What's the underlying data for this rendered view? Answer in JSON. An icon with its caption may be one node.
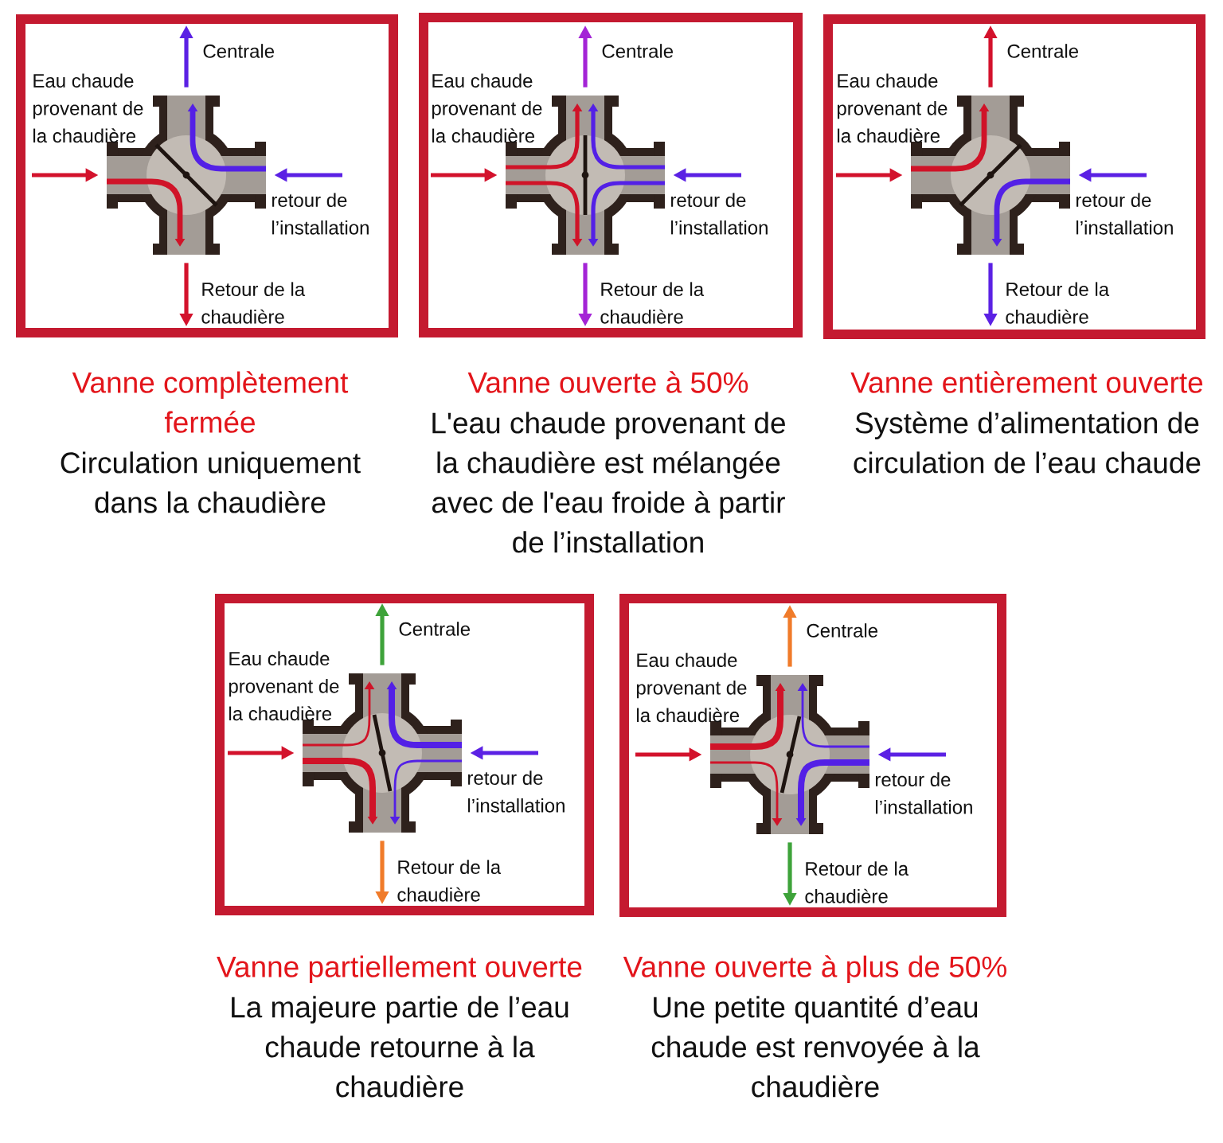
{
  "diagram": {
    "nodes": [
      {
        "text": [],
        "shape": "box",
        "beside": [
          "Vanne complètement fermée",
          "Circulation uniquement dans la chaudière"
        ]
      },
      {
        "text": [],
        "shape": "picture",
        "in": 0
      },
      {
        "text": [],
        "shape": "box",
        "beside": [
          "Vanne ouverte à 50%",
          "L'eau chaude provenant de la chaudière est mélangée avec de l'eau froide à partir de l’installation"
        ]
      },
      {
        "text": [],
        "shape": "picture",
        "in": 2
      },
      {
        "text": [],
        "shape": "box",
        "beside": [
          "Vanne entièrement ouverte",
          "Système d’alimentation de circulation de l’eau chaude"
        ]
      },
      {
        "text": [],
        "shape": "picture",
        "in": 4
      },
      {
        "text": [],
        "shape": "box",
        "beside": [
          "Vanne partiellement ouverte",
          "La majeure partie de l’eau chaude retourne à la chaudière"
        ]
      },
      {
        "text": [],
        "shape": "picture",
        "in": 6
      },
      {
        "text": [],
        "shape": "box",
        "beside": [
          "Vanne ouverte à plus de 50%",
          "Une petite quantité d’eau chaude est renvoyée à la chaudière"
        ]
      },
      {
        "text": [],
        "shape": "picture",
        "in": 8
      }
    ],
    "edges": [
      {
        "from": 1,
        "to": null,
        "arrow": "to",
        "label": "Centrale",
        "color": "#5b21e4"
      },
      {
        "from": null,
        "to": 1,
        "arrow": "to",
        "label": "Eau chaude provenant de la chaudière",
        "color": "#d3122c"
      },
      {
        "from": null,
        "to": 1,
        "arrow": "to",
        "label": "retour de l’installation",
        "color": "#5b21e4"
      },
      {
        "from": 1,
        "to": null,
        "arrow": "to",
        "label": "Retour de la chaudière",
        "color": "#d3122c"
      },
      {
        "from": 3,
        "to": null,
        "arrow": "to",
        "label": "Centrale",
        "color": "#a424d6"
      },
      {
        "from": null,
        "to": 3,
        "arrow": "to",
        "label": "Eau chaude provenant de la chaudière",
        "color": "#d3122c"
      },
      {
        "from": null,
        "to": 3,
        "arrow": "to",
        "label": "retour de l’installation",
        "color": "#5b21e4"
      },
      {
        "from": 3,
        "to": null,
        "arrow": "to",
        "label": "Retour de la chaudière",
        "color": "#a424d6"
      },
      {
        "from": 5,
        "to": null,
        "arrow": "to",
        "label": "Centrale",
        "color": "#d3122c"
      },
      {
        "from": null,
        "to": 5,
        "arrow": "to",
        "label": "Eau chaude provenant de la chaudière",
        "color": "#d3122c"
      },
      {
        "from": null,
        "to": 5,
        "arrow": "to",
        "label": "retour de l’installation",
        "color": "#5b21e4"
      },
      {
        "from": 5,
        "to": null,
        "arrow": "to",
        "label": "Retour de la chaudière",
        "color": "#5b21e4"
      },
      {
        "from": 7,
        "to": null,
        "arrow": "to",
        "label": "Centrale",
        "color": "#3ea33a"
      },
      {
        "from": null,
        "to": 7,
        "arrow": "to",
        "label": "Eau chaude provenant de la chaudière",
        "color": "#d3122c"
      },
      {
        "from": null,
        "to": 7,
        "arrow": "to",
        "label": "retour de l’installation",
        "color": "#5b21e4"
      },
      {
        "from": 7,
        "to": null,
        "arrow": "to",
        "label": "Retour de la chaudière",
        "color": "#f07b2a"
      },
      {
        "from": 9,
        "to": null,
        "arrow": "to",
        "label": "Centrale",
        "color": "#f07b2a"
      },
      {
        "from": null,
        "to": 9,
        "arrow": "to",
        "label": "Eau chaude provenant de la chaudière",
        "color": "#d3122c"
      },
      {
        "from": null,
        "to": 9,
        "arrow": "to",
        "label": "retour de l’installation",
        "color": "#5b21e4"
      },
      {
        "from": 9,
        "to": null,
        "arrow": "to",
        "label": "Retour de la chaudière",
        "color": "#3ea33a"
      }
    ]
  }
}
